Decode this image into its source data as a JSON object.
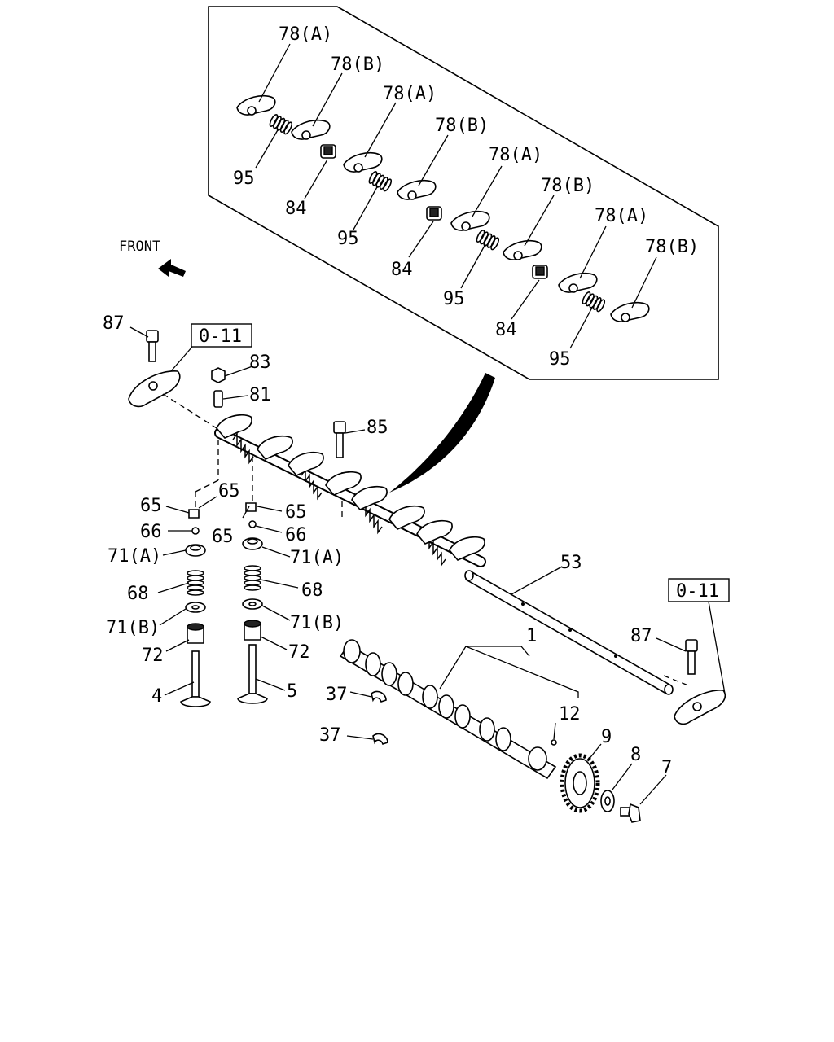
{
  "front_label": "FRONT",
  "ref_boxes": [
    {
      "text": "0-11"
    },
    {
      "text": "0-11"
    }
  ],
  "callouts": [
    {
      "text": "78(A)"
    },
    {
      "text": "78(B)"
    },
    {
      "text": "78(A)"
    },
    {
      "text": "78(B)"
    },
    {
      "text": "78(A)"
    },
    {
      "text": "78(B)"
    },
    {
      "text": "78(A)"
    },
    {
      "text": "78(B)"
    },
    {
      "text": "95"
    },
    {
      "text": "84"
    },
    {
      "text": "95"
    },
    {
      "text": "84"
    },
    {
      "text": "95"
    },
    {
      "text": "84"
    },
    {
      "text": "95"
    },
    {
      "text": "87"
    },
    {
      "text": "83"
    },
    {
      "text": "81"
    },
    {
      "text": "85"
    },
    {
      "text": "65"
    },
    {
      "text": "65"
    },
    {
      "text": "65"
    },
    {
      "text": "65"
    },
    {
      "text": "66"
    },
    {
      "text": "66"
    },
    {
      "text": "71(A)"
    },
    {
      "text": "71(A)"
    },
    {
      "text": "68"
    },
    {
      "text": "68"
    },
    {
      "text": "71(B)"
    },
    {
      "text": "71(B)"
    },
    {
      "text": "72"
    },
    {
      "text": "72"
    },
    {
      "text": "4"
    },
    {
      "text": "5"
    },
    {
      "text": "53"
    },
    {
      "text": "1"
    },
    {
      "text": "87"
    },
    {
      "text": "37"
    },
    {
      "text": "37"
    },
    {
      "text": "12"
    },
    {
      "text": "9"
    },
    {
      "text": "8"
    },
    {
      "text": "7"
    }
  ]
}
